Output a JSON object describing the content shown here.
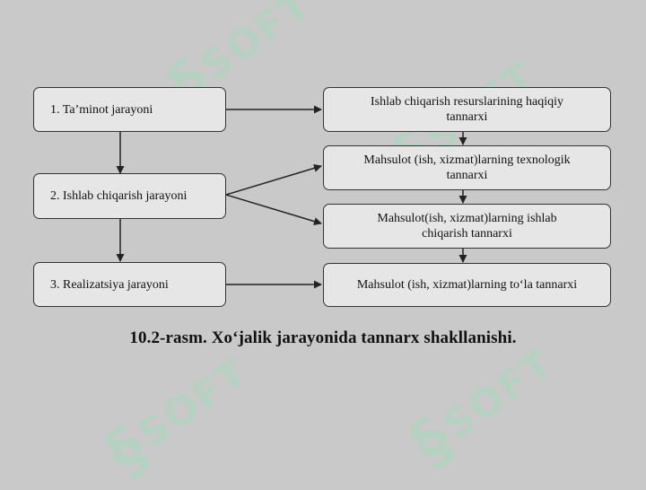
{
  "diagram": {
    "left_boxes": [
      {
        "label": "1. Ta’minot jarayoni"
      },
      {
        "label": "2. Ishlab chiqarish jarayoni"
      },
      {
        "label": "3. Realizatsiya jarayoni"
      }
    ],
    "right_boxes": [
      {
        "line1": "Ishlab chiqarish resurslarining haqiqiy",
        "line2": "tannarxi"
      },
      {
        "line1": "Mahsulot (ish, xizmat)larning texnologik",
        "line2": "tannarxi"
      },
      {
        "line1": "Mahsulot(ish, xizmat)larning ishlab",
        "line2": "chiqarish tannarxi"
      },
      {
        "line1": "Mahsulot (ish, xizmat)larning to‘la tannarxi",
        "line2": ""
      }
    ]
  },
  "caption": "10.2-rasm. Xo‘jalik jarayonida tannarx shakllanishi.",
  "watermark": {
    "text": "SOFT",
    "glyph": "§",
    "color": "#9fdcb6"
  }
}
